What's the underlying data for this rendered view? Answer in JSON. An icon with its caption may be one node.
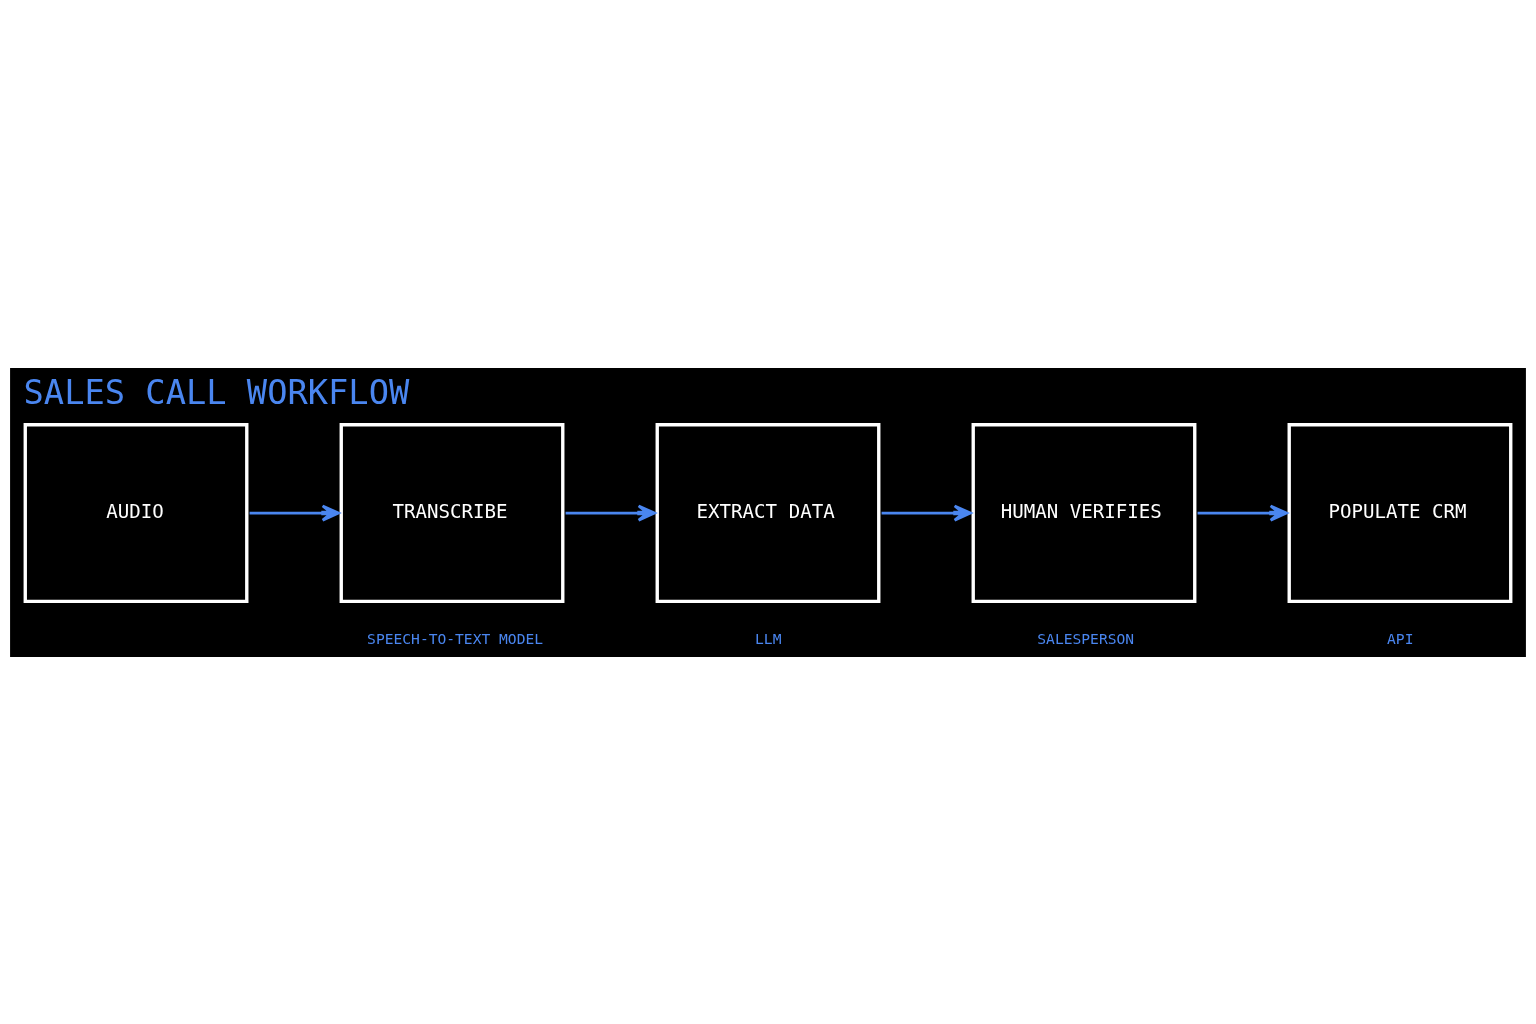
{
  "diagram": {
    "title": "SALES CALL WORKFLOW",
    "nodes": [
      {
        "text": [
          "AUDIO"
        ]
      },
      {
        "text": [
          "TRANSCRIBE"
        ],
        "beside": [
          "SPEECH-TO-TEXT MODEL"
        ]
      },
      {
        "text": [
          "EXTRACT DATA"
        ],
        "beside": [
          "LLM"
        ]
      },
      {
        "text": [
          "HUMAN VERIFIES"
        ],
        "beside": [
          "SALESPERSON"
        ]
      },
      {
        "text": [
          "POPULATE CRM"
        ],
        "beside": [
          "API"
        ]
      }
    ],
    "edges": [
      {
        "from": 0,
        "to": 1,
        "arrow": "to"
      },
      {
        "from": 1,
        "to": 2,
        "arrow": "to"
      },
      {
        "from": 2,
        "to": 3,
        "arrow": "to"
      },
      {
        "from": 3,
        "to": 4,
        "arrow": "to"
      }
    ]
  }
}
